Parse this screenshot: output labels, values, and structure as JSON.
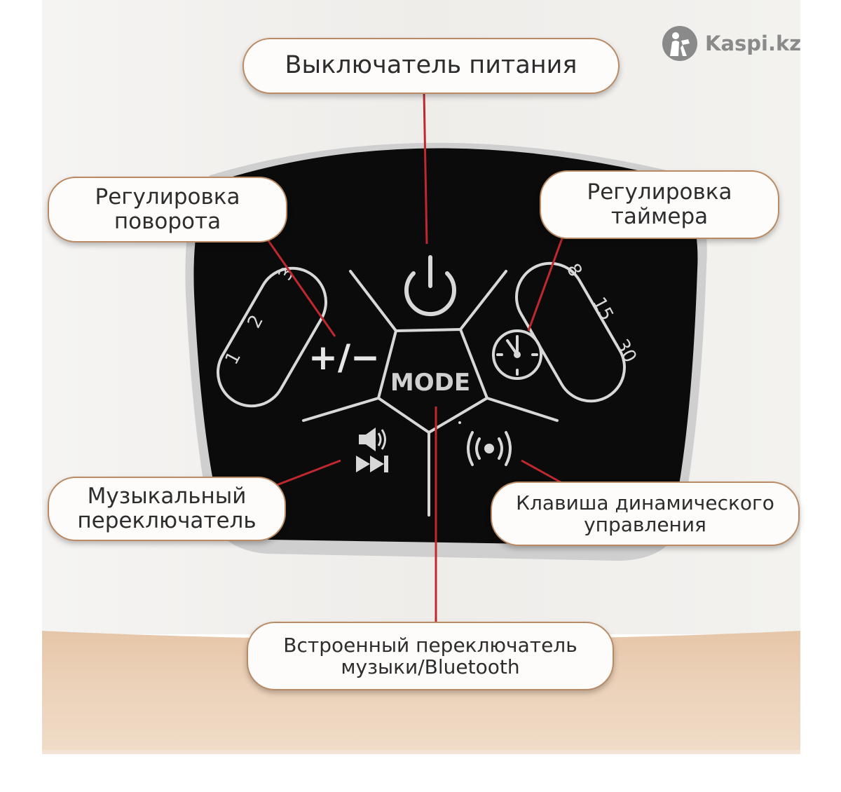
{
  "callouts": {
    "power_switch": "Выключатель питания",
    "rotation_adjust": [
      "Регулировка",
      "поворота"
    ],
    "timer_adjust": [
      "Регулировка",
      "таймера"
    ],
    "music_switch": [
      "Музыкальный",
      "переключатель"
    ],
    "dynamic_control_key": [
      "Клавиша динамического",
      "управления"
    ],
    "builtin_bt_switch": [
      "Встроенный переключатель",
      "музыки/Bluetooth"
    ]
  },
  "panel": {
    "mode_label": "MODE",
    "plus_minus_label": "+/−",
    "rotation_levels": [
      "1",
      "2",
      "3"
    ],
    "timer_minutes": [
      "8",
      "15",
      "30"
    ]
  },
  "watermark": {
    "text": "Kaspi.kz"
  },
  "colors": {
    "panel": "#0b0b0b",
    "callout_border": "#b98a63",
    "leader_line": "#c0282f",
    "base_band": "#e8c9ad",
    "body": "#f1efec"
  },
  "icons": {
    "power": "power-icon",
    "clock": "clock-icon",
    "speaker": "speaker-icon",
    "skip": "skip-forward-icon",
    "wave": "sound-wave-icon",
    "logo": "kaspi-logo-icon"
  }
}
